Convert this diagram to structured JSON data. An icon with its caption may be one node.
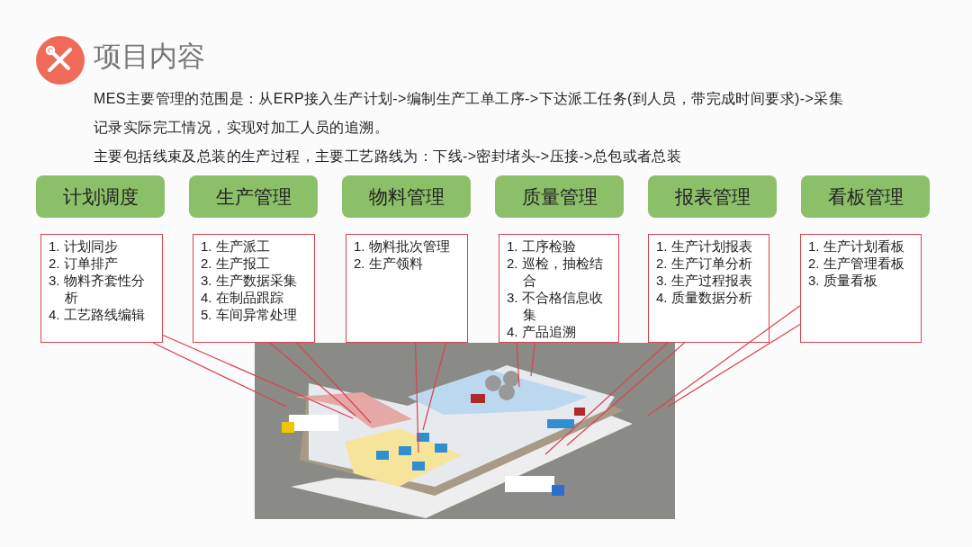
{
  "diagram": {
    "title": "项目内容",
    "nodes": [
      {
        "text": [
          "计划调度"
        ]
      },
      {
        "text": [
          "生产管理"
        ]
      },
      {
        "text": [
          "物料管理"
        ]
      },
      {
        "text": [
          "质量管理"
        ]
      },
      {
        "text": [
          "报表管理"
        ]
      },
      {
        "text": [
          "看板管理"
        ]
      },
      {
        "text": [
          "1. 计划同步",
          "2. 订单排产",
          "3. 物料齐套性分析",
          "4. 工艺路线编辑"
        ]
      },
      {
        "text": [
          "1. 生产派工",
          "2. 生产报工",
          "3. 生产数据采集",
          "4. 在制品跟踪",
          "5. 车间异常处理"
        ]
      },
      {
        "text": [
          "1. 物料批次管理",
          "2. 生产领料"
        ]
      },
      {
        "text": [
          "1. 工序检验",
          "2. 巡检，抽检结合",
          "3. 不合格信息收集",
          "4. 产品追溯"
        ]
      },
      {
        "text": [
          "1. 生产计划报表",
          "2. 生产订单分析",
          "3. 生产过程报表",
          "4. 质量数据分析"
        ]
      },
      {
        "text": [
          "1. 生产计划看板",
          "2. 生产管理看板",
          "3. 质量看板"
        ]
      }
    ],
    "edges": [
      {
        "from": 6,
        "to": null,
        "arrow": "none"
      },
      {
        "from": 6,
        "to": null,
        "arrow": "none"
      },
      {
        "from": 7,
        "to": null,
        "arrow": "none"
      },
      {
        "from": 7,
        "to": null,
        "arrow": "none"
      },
      {
        "from": 8,
        "to": null,
        "arrow": "none"
      },
      {
        "from": 8,
        "to": null,
        "arrow": "none"
      },
      {
        "from": 9,
        "to": null,
        "arrow": "none"
      },
      {
        "from": 9,
        "to": null,
        "arrow": "none"
      },
      {
        "from": 10,
        "to": null,
        "arrow": "none"
      },
      {
        "from": 10,
        "to": null,
        "arrow": "none"
      },
      {
        "from": 11,
        "to": null,
        "arrow": "none"
      },
      {
        "from": 11,
        "to": null,
        "arrow": "none"
      }
    ],
    "labels": [
      "MES主要管理的范围是：从ERP接入生产计划->编制生产工单工序->下达派工任务(到人员，带完成时间要求)->采集记录实际完工情况，实现对加工人员的追溯。",
      "主要包括线束及总装的生产过程，主要工艺路线为：下线->密封堵头->压接->总包或者总装"
    ]
  }
}
